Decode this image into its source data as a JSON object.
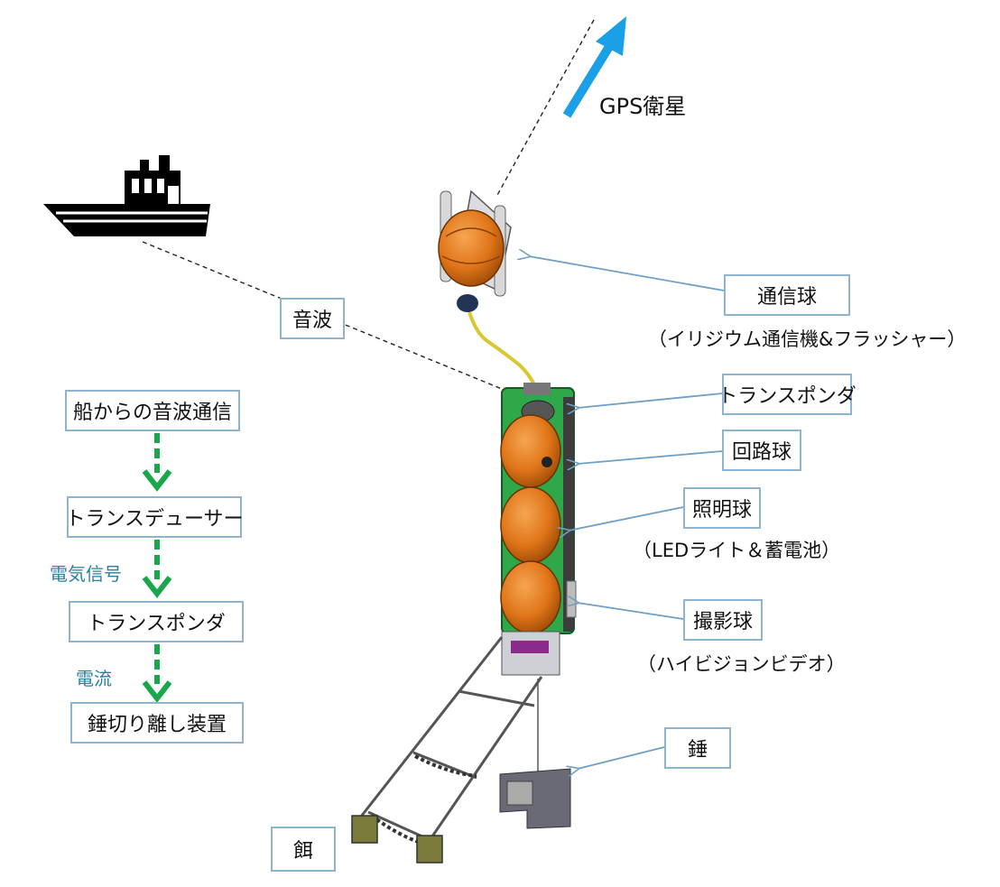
{
  "labels": {
    "gps": "GPS衛星",
    "onpa": "音波",
    "tsushin": "通信球",
    "tsushin_sub": "（イリジウム通信機&フラッシャー）",
    "transponder": "トランスポンダ",
    "kairo": "回路球",
    "shomei": "照明球",
    "shomei_sub": "（LEDライト＆蓄電池）",
    "satsuei": "撮影球",
    "satsuei_sub": "（ハイビジョンビデオ）",
    "omori": "錘",
    "esa": "餌"
  },
  "flow": {
    "steps": [
      "船からの音波通信",
      "トランスデューサー",
      "トランスポンダ",
      "錘切り離し装置"
    ],
    "connector_labels": [
      "電気信号",
      "電流"
    ]
  },
  "colors": {
    "box_border": "#8fb4cf",
    "callout_arrow": "#6f9fc4",
    "flow_arrow": "#1aa64a",
    "gps_arrow": "#1aa0e6",
    "teal_text": "#2a7fa0",
    "frame_green": "#2fa84a",
    "sphere_orange": "#e07a1c"
  }
}
